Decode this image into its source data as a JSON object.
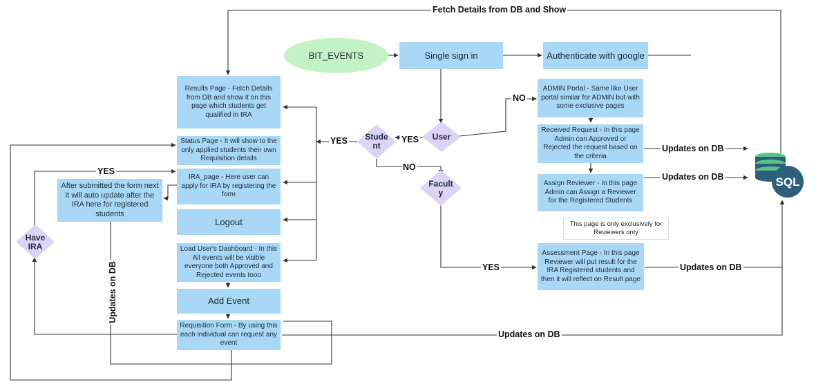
{
  "nodes": {
    "bit_events": "BIT_EVENTS",
    "single_sign_in": "Single sign in",
    "authenticate": "Authenticate with google",
    "results_page": "Results Page - Fetch Details from DB and show it on this page which students get qualified in IRA",
    "status_page": "Status Page - It will show to the only applied students their own Requisition details",
    "ira_page": "IRA_page - Here user can apply for IRA by registering the form",
    "after_submit": "After submitted the form next it will auto update after the IRA here for registered students",
    "logout": "Logout",
    "dashboard": "Load User's Dashboard - In this All events will be visible everyone both Approved and Rejected events tooo",
    "add_event": "Add Event",
    "requisition": "Requisition Form - By using this each individual can request any event",
    "admin_portal": "ADMIN Portal - Same like User portal similar for ADMIN but with some exclusive pages",
    "received_request": "Received Request - In this page Admin can Approved or Rejected the request based on the criteria",
    "assign_reviewer": "Assign Reviewer - In this page Admin can Assign a Reviewer for the Registered Students",
    "reviewer_note": "This page is only exclusively for Reviewers only",
    "assessment": "Assessment Page - In this page Reviewer will put result for the IRA Registered students and then it will reflect on Result page",
    "sql": "SQL"
  },
  "decisions": {
    "user": "User",
    "student": "Stude nt",
    "faculty": "Facult y",
    "have_ira": "Have IRA"
  },
  "edge_labels": {
    "fetch_details": "Fetch Details from DB and Show",
    "no_admin": "NO",
    "yes_student": "YES",
    "yes_left": "YES",
    "no_faculty": "NO",
    "yes_faculty": "YES",
    "yes_have_ira": "YES",
    "updates_1": "Updates on DB",
    "updates_2": "Updates on DB",
    "updates_3": "Updates on DB",
    "updates_4": "Updates on DB",
    "updates_vertical": "Updates on DB"
  },
  "colors": {
    "box": "#a9d8f6",
    "oval": "#c3f2c7",
    "diamond": "#dcd3f7",
    "line": "#333333",
    "sql_body": "#2d5f7a",
    "sql_db": "#5cc08a"
  },
  "icons": {
    "database": "sql-database-icon"
  }
}
